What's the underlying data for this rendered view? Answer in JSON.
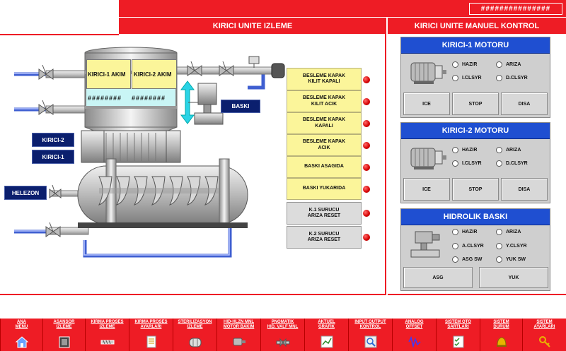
{
  "header": {
    "pattern": "###############",
    "title_left": "KIRICI UNITE IZLEME",
    "title_right": "KIRICI UNITE MANUEL KONTROL"
  },
  "diagram": {
    "akim1": "KIRICI-1 AKIM",
    "akim2": "KIRICI-2 AKIM",
    "value1": "########",
    "value2": "########",
    "labels": {
      "baski": "BASKI",
      "kirici2": "KIRICI-2",
      "kirici1": "KIRICI-1",
      "helezon": "HELEZON"
    }
  },
  "status_buttons": [
    "BESLEME KAPAK\nKILIT KAPALI",
    "BESLEME KAPAK\nKILIT ACIK",
    "BESLEME KAPAK\nKAPALI",
    "BESLEME KAPAK\nACIK",
    "BASKI ASAGIDA",
    "BASKI YUKARIDA",
    "K.1 SURUCU\nARIZA RESET",
    "K.2 SURUCU\nARIZA RESET"
  ],
  "panels": {
    "motor1": {
      "title": "KIRICI-1 MOTORU",
      "hazir": "HAZIR",
      "ariza": "ARIZA",
      "iclsyr": "I.CLSYR",
      "dclsyr": "D.CLSYR",
      "ice": "ICE",
      "stop": "STOP",
      "disa": "DISA"
    },
    "motor2": {
      "title": "KIRICI-2 MOTORU",
      "hazir": "HAZIR",
      "ariza": "ARIZA",
      "iclsyr": "I.CLSYR",
      "dclsyr": "D.CLSYR",
      "ice": "ICE",
      "stop": "STOP",
      "disa": "DISA"
    },
    "hidrolik": {
      "title": "HIDROLIK BASKI",
      "hazir": "HAZIR",
      "ariza": "ARIZA",
      "aclsyr": "A.CLSYR",
      "yclsyr": "Y.CLSYR",
      "asgsw": "ASG SW",
      "yuksw": "YUK SW",
      "asg": "ASG",
      "yuk": "YUK"
    }
  },
  "nav": [
    "ANA\nMENU",
    "ASANSOR\nIZLEME",
    "KIRMA PROSES\nIZLEME",
    "KIRMA PROSES\nAYARLARI",
    "STERILIZASYON\nIZLEME",
    "HID-HLZN MNL\nMOTOR BAKIM",
    "PNOMATIK\nHID. VALF MNL",
    "AKTUEL\nGRAFIK",
    "INPUT OUTPUT\nKONTROL",
    "ANALOG\nOFFSET",
    "SISTEM OTO\nSARTLARI",
    "SISTEM\nDURUM",
    "SISTEM\nAYARLARI"
  ],
  "colors": {
    "header_red": "#ee1c25",
    "panel_blue": "#1f4fd1",
    "navy": "#0b1f6e",
    "lamp_red": "#d40000",
    "status_yellow": "#fbf59a",
    "pipe_blue": "#5b7be0"
  }
}
